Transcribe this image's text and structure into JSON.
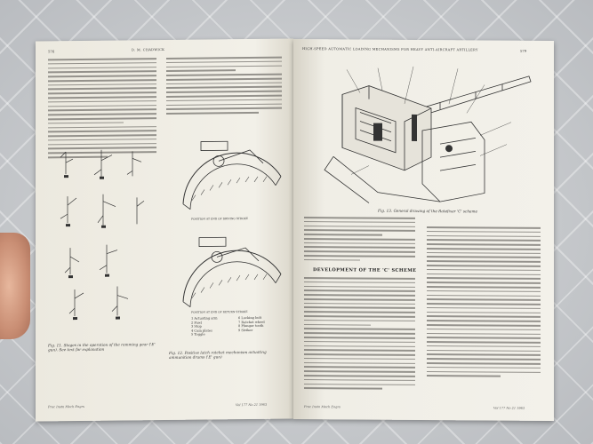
{
  "book": {
    "left_page_number": "576",
    "left_header": "D. M. CHADWICK",
    "right_header": "HIGH-SPEED AUTOMATIC LOADING MECHANISMS FOR HEAVY ANTI-AIRCRAFT ARTILLERY",
    "right_page_number": "579"
  },
  "left_page": {
    "fig11_caption": "Fig. 11. Stages in the operation of the ramming gear ('E' gun). See text for explanation",
    "fig12_caption": "Fig. 12. Positive latch ratchet mechanism actuating ammunition drums ('E' gun)",
    "fig12_labels": {
      "top": "POSITION AT END OF DRIVING STROKE",
      "bottom": "POSITION AT END OF RETURN STROKE"
    },
    "legend": [
      "1 Actuating arm",
      "2 Pawl",
      "3 Stop",
      "4 Cam plates",
      "5 Toggle",
      "6 Locking bolt",
      "7 Ratchet wheel",
      "8 Plunger tooth",
      "9 Striker"
    ],
    "footer_left": "Proc Instn Mech Engrs",
    "footer_right": "Vol 177 No 21 1963"
  },
  "right_page": {
    "fig13_caption": "Fig. 13. General drawing of the Ratefixer 'C' scheme",
    "section_heading": "DEVELOPMENT OF THE 'C' SCHEME",
    "footer_left": "Proc Instn Mech Engrs",
    "footer_right": "Vol 177 No 21 1963"
  },
  "colors": {
    "paper": "#f1efe6",
    "ink": "#333333",
    "background": "#c9cbcd"
  }
}
